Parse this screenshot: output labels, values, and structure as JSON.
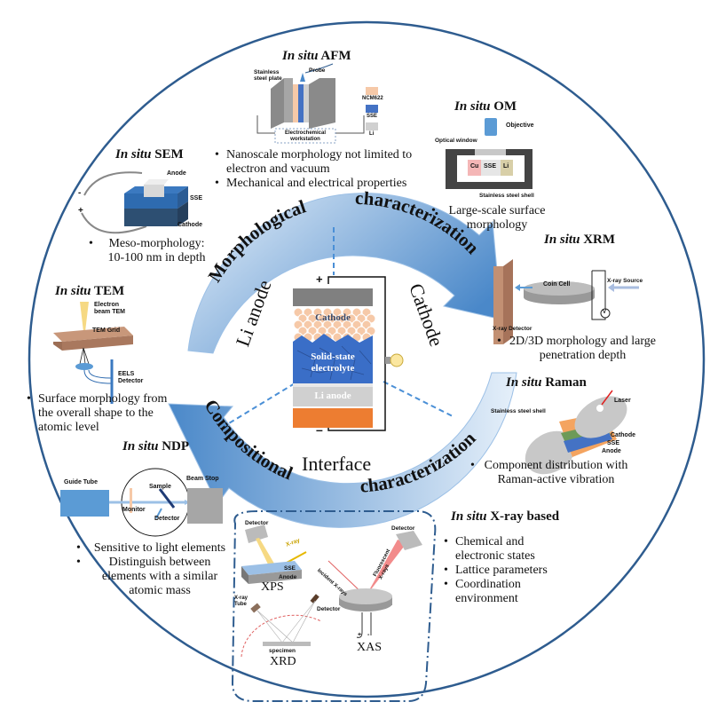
{
  "colors": {
    "outer_circle": "#2e5c8f",
    "arc_light": "#dce9f7",
    "arc_dark": "#4a88c9",
    "dash_blue": "#4a8fd6",
    "cathode_particle": "#f6c9a8",
    "electrolyte": "#3a6ec7",
    "li_anode": "#d0d0d0",
    "current_collector": "#ed7d31",
    "cathode_collector": "#808080"
  },
  "center": {
    "arc_top_words": [
      "Morphological",
      "characterization"
    ],
    "arc_bottom_words": [
      "Compositional",
      "characterization"
    ],
    "labels": {
      "left": "Li anode",
      "right": "Cathode",
      "bottom": "Interface"
    },
    "battery": {
      "plus": "+",
      "minus": "–",
      "cathode": "Cathode",
      "electrolyte_line1": "Solid-state",
      "electrolyte_line2": "electrolyte",
      "anode": "Li anode"
    }
  },
  "techniques": {
    "afm": {
      "prefix": "In situ",
      "name": "AFM",
      "labels": {
        "plate": "Stainless steel plate",
        "plate_l1": "Stainless",
        "plate_l2": "steel plate",
        "probe": "Probe",
        "workstation_l1": "Electrochemical",
        "workstation_l2": "workstation"
      },
      "legend": [
        "NCM622",
        "SSE",
        "Li"
      ],
      "bullets": [
        "Nanoscale morphology  not limited to electron and vacuum",
        "Mechanical and electrical properties"
      ]
    },
    "om": {
      "prefix": "In situ",
      "name": "OM",
      "labels": {
        "objective": "Objective",
        "window": "Optical window",
        "cu": "Cu",
        "sse": "SSE",
        "li": "Li",
        "shell": "Stainless steel shell"
      },
      "bullets": [
        "Large-scale surface morphology"
      ]
    },
    "sem": {
      "prefix": "In situ",
      "name": "SEM",
      "labels": {
        "anode": "Anode",
        "sse": "SSE",
        "cathode": "Cathode",
        "minus": "-",
        "plus": "+"
      },
      "bullets": [
        "Meso-morphology: 10-100 nm in depth"
      ]
    },
    "xrm": {
      "prefix": "In situ",
      "name": "XRM",
      "labels": {
        "coin": "Coin Cell",
        "source": "X-ray Source",
        "detector": "X-ray Detector",
        "volt": "V"
      },
      "bullets": [
        "2D/3D morphology  and large penetration depth"
      ]
    },
    "tem": {
      "prefix": "In situ",
      "name": "TEM",
      "labels": {
        "beam_l1": "Electron",
        "beam_l2": "beam TEM",
        "grid": "TEM Grid",
        "eels_l1": "EELS",
        "eels_l2": "Detector"
      },
      "bullets": [
        "Surface  morphology  from the overall shape to the atomic level"
      ]
    },
    "raman": {
      "prefix": "In situ",
      "name": "Raman",
      "labels": {
        "laser": "Laser",
        "shell": "Stainless steel shell",
        "cathode": "Cathode",
        "sse": "SSE",
        "anode": "Anode"
      },
      "bullets": [
        "Component distribution with Raman-active vibration"
      ]
    },
    "ndp": {
      "prefix": "In situ",
      "name": "NDP",
      "labels": {
        "guide": "Guide Tube",
        "beamstop": "Beam Stop",
        "sample": "Sample",
        "monitor": "Monitor",
        "detector": "Detector"
      },
      "bullets": [
        "Sensitive to light elements",
        "Distinguish between elements with a similar atomic mass"
      ]
    },
    "xray": {
      "prefix": "In situ",
      "name": "X-ray based",
      "xps": {
        "name": "XPS",
        "detector": "Detector",
        "xray": "X-ray",
        "sse": "SSE",
        "anode": "Anode"
      },
      "xrd": {
        "name": "XRD",
        "tube_l1": "X-ray",
        "tube_l2": "Tube",
        "detector": "Detector",
        "specimen": "specimen"
      },
      "xas": {
        "name": "XAS",
        "detector": "Detector",
        "incident": "Incident X-rays",
        "fluor_l1": "Fluorescent",
        "fluor_l2": "X-rays",
        "plus": "+",
        "minus": "-"
      },
      "bullets": [
        "Chemical and electronic states",
        "Lattice parameters",
        "Coordination environment"
      ]
    }
  }
}
